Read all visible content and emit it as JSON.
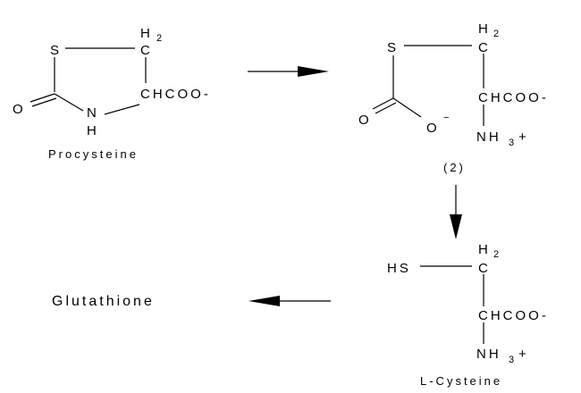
{
  "procysteine": {
    "S": "S",
    "C": "C",
    "H2": "H",
    "H2_sub": "2",
    "chain": "CHCOO-",
    "N": "N",
    "NH": "H",
    "O": "O",
    "name": "Procysteine"
  },
  "intermediate": {
    "S": "S",
    "C": "C",
    "H2": "H",
    "H2_sub": "2",
    "chain": "CHCOO-",
    "O": "O",
    "Ominus": "O",
    "minus": "−",
    "N": "NH",
    "N_sub": "3",
    "plus": "+",
    "name": "(2)"
  },
  "cysteine": {
    "HS": "HS",
    "C": "C",
    "H2": "H",
    "H2_sub": "2",
    "chain": "CHCOO-",
    "N": "NH",
    "N_sub": "3",
    "plus": "+",
    "name": "L-Cysteine"
  },
  "product": {
    "name": "Glutathione"
  }
}
